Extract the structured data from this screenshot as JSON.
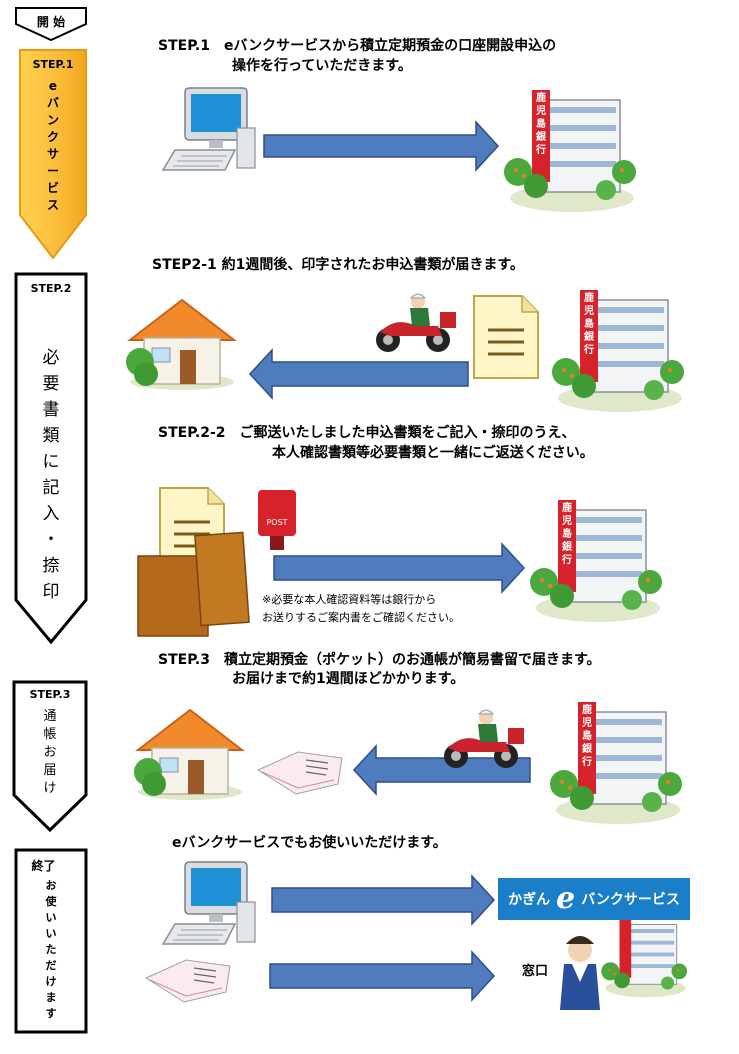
{
  "flow": {
    "start_label": "開 始",
    "step1_label": "STEP.1",
    "step1_vertical": [
      "e",
      "バ",
      "ン",
      "ク",
      "サ",
      "ー",
      "ビ",
      "ス"
    ],
    "step2_label": "STEP.2",
    "step2_vertical": [
      "必",
      "要",
      "書",
      "類",
      "に",
      "記",
      "入",
      "・",
      "捺",
      "印"
    ],
    "step3_label": "STEP.3",
    "step3_vertical": [
      "通",
      "帳",
      "お",
      "届",
      "け"
    ],
    "end_label": "終了",
    "end_vertical": [
      "お",
      "使",
      "い",
      "い",
      "た",
      "だ",
      "け",
      "ま",
      "す"
    ]
  },
  "captions": {
    "step1_line1": "STEP.1　eバンクサービスから積立定期預金の口座開設申込の",
    "step1_line2": "操作を行っていただきます。",
    "step2_1": "STEP2-1 約1週間後、印字されたお申込書類が届きます。",
    "step2_2_line1": "STEP.2-2　ご郵送いたしました申込書類をご記入・捺印のうえ、",
    "step2_2_line2": "本人確認書類等必要書類と一緒にご返送ください。",
    "note_line1": "※必要な本人確認資料等は銀行から",
    "note_line2": "お送りするご案内書をご確認ください。",
    "step3_line1": "STEP.3　積立定期預金（ポケット）のお通帳が簡易書留で届きます。",
    "step3_line2": "お届けまで約1週間ほどかかります。",
    "end_line": "eバンクサービスでもお使いいただけます。"
  },
  "bank": {
    "sign": "鹿児島銀行"
  },
  "logo": {
    "prefix": "かぎん",
    "e": "e",
    "suffix": "バンクサービス"
  },
  "post": {
    "label": "POST"
  },
  "window": {
    "label": "窓口"
  },
  "colors": {
    "arrow_fill": "#4f7bbf",
    "arrow_stroke": "#2e4f82",
    "step1_fill": "#fbbf3f",
    "logo_bg": "#1a7fc8",
    "bank_sign": "#d6232b"
  }
}
